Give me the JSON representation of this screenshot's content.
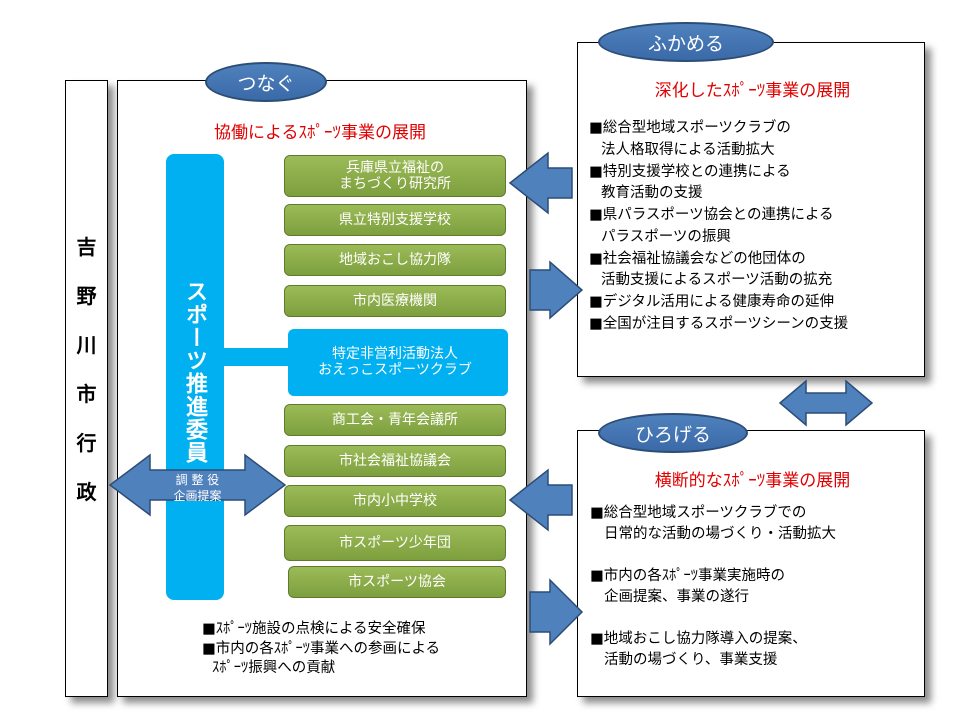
{
  "left_panel": {
    "title_chars": [
      "吉",
      "野",
      "川",
      "市",
      "行",
      "政"
    ]
  },
  "center": {
    "pill": "つなぐ",
    "heading": "協働によるｽﾎﾟｰﾂ事業の展開",
    "committee": "スポーツ推進委員",
    "role_line1": "調 整 役",
    "role_line2": "企画提案",
    "orgs": [
      {
        "line1": "兵庫県立福祉の",
        "line2": "まちづくり研究所"
      },
      {
        "line1": "県立特別支援学校",
        "line2": ""
      },
      {
        "line1": "地域おこし協力隊",
        "line2": ""
      },
      {
        "line1": "市内医療機関",
        "line2": ""
      },
      {
        "line1": "特定非営利活動法人",
        "line2": "おえっこスポーツクラブ"
      },
      {
        "line1": "商工会・青年会議所",
        "line2": ""
      },
      {
        "line1": "市社会福祉協議会",
        "line2": ""
      },
      {
        "line1": "市内小中学校",
        "line2": ""
      },
      {
        "line1": "市スポーツ少年団",
        "line2": ""
      },
      {
        "line1": "市スポーツ協会",
        "line2": ""
      }
    ],
    "bottom_lines": [
      "■ｽﾎﾟｰﾂ施設の点検による安全確保",
      "■市内の各ｽﾎﾟｰﾂ事業への参画による",
      "ｽﾎﾟｰﾂ振興への貢献"
    ]
  },
  "top_right": {
    "pill": "ふかめる",
    "heading": "深化したｽﾎﾟｰﾂ事業の展開",
    "lines": [
      "■総合型地域スポーツクラブの",
      "法人格取得による活動拡大",
      "■特別支援学校との連携による",
      "教育活動の支援",
      "■県パラスポーツ協会との連携による",
      "パラスポーツの振興",
      "■社会福祉協議会などの他団体の",
      "活動支援によるスポーツ活動の拡充",
      "■デジタル活用による健康寿命の延伸",
      "■全国が注目するスポーツシーンの支援"
    ]
  },
  "bottom_right": {
    "pill": "ひろげる",
    "heading": "横断的なｽﾎﾟｰﾂ事業の展開",
    "lines": [
      "■総合型地域スポーツクラブでの",
      "日常的な活動の場づくり・活動拡大",
      "",
      "■市内の各ｽﾎﾟｰﾂ事業実施時の",
      "企画提案、事業の遂行",
      "",
      "■地域おこし協力隊導入の提案、",
      "活動の場づくり、事業支援"
    ]
  },
  "colors": {
    "green": "#8eae4b",
    "blue": "#4f81bd",
    "cyan": "#00b0f0",
    "red": "#e00000"
  }
}
